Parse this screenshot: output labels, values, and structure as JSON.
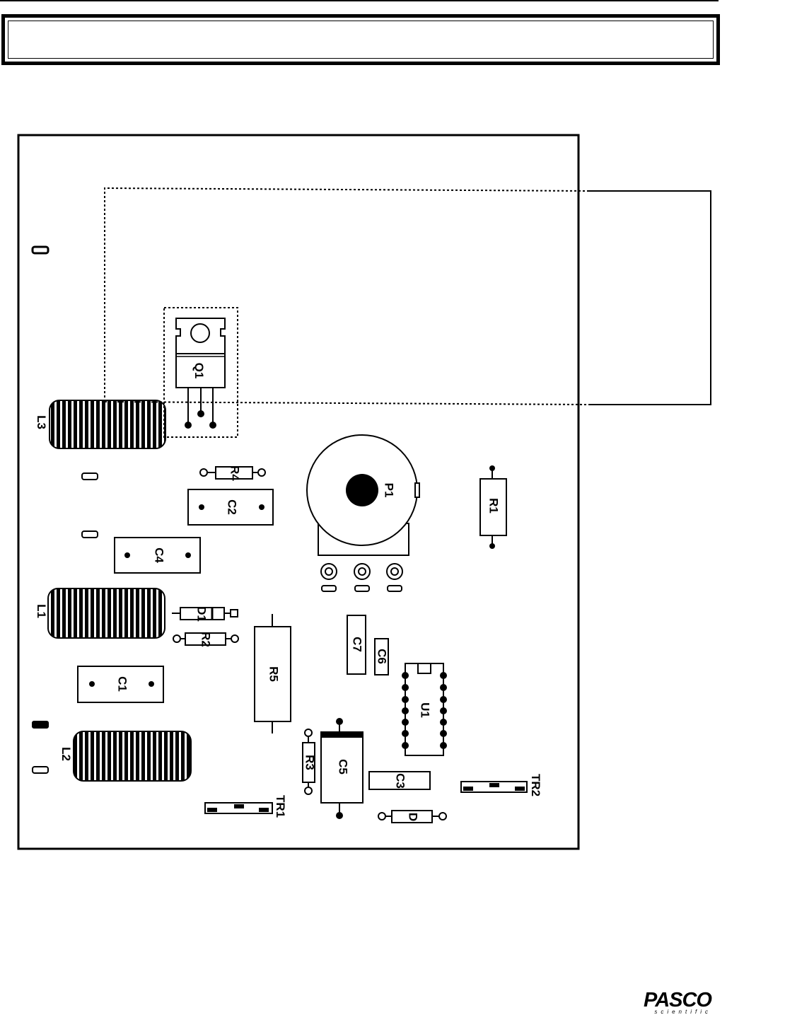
{
  "title_bar": {
    "text": ""
  },
  "components": {
    "L3": "L3",
    "L1": "L1",
    "L2": "L2",
    "Q1": "Q1",
    "P1": "P1",
    "R1": "R1",
    "R2": "R2",
    "R3": "R3",
    "R4": "R4",
    "R5": "R5",
    "C1": "C1",
    "C2": "C2",
    "C3": "C3",
    "C4": "C4",
    "C5": "C5",
    "C6": "C6",
    "C7": "C7",
    "D1": "D1",
    "D": "D",
    "U1": "U1",
    "TR1": "TR1",
    "TR2": "TR2"
  },
  "logo": {
    "brand": "PASCO",
    "sub": "scientific"
  }
}
